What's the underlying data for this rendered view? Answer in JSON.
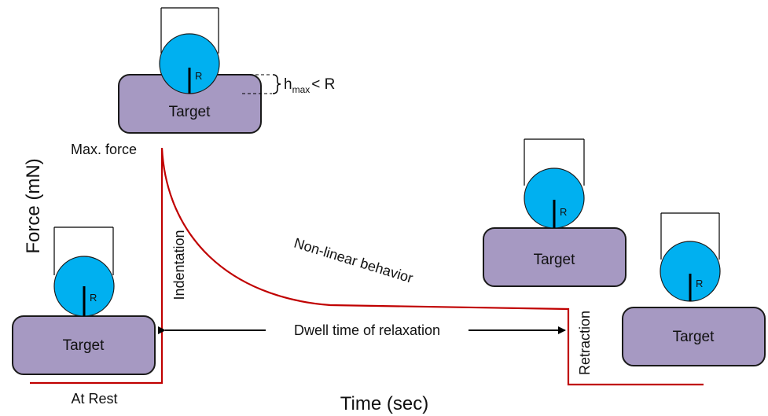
{
  "axes": {
    "y_label": "Force (mN)",
    "x_label": "Time (sec)"
  },
  "phases": {
    "at_rest": "At Rest",
    "max_force": "Max. force",
    "indentation": "Indentation",
    "nonlinear": "Non-linear behavior",
    "dwell": "Dwell time of relaxation",
    "retraction": "Retraction"
  },
  "depth_note": {
    "h": "h",
    "sub": "max",
    "rel": "< R"
  },
  "setups": [
    {
      "target_label": "Target",
      "radius_label": "R"
    },
    {
      "target_label": "Target",
      "radius_label": "R"
    },
    {
      "target_label": "Target",
      "radius_label": "R"
    },
    {
      "target_label": "Target",
      "radius_label": "R"
    }
  ],
  "colors": {
    "curve": "#c00000",
    "sphere": "#00b0f0",
    "target_fill": "#a699c2",
    "outline": "#1a1a1a"
  }
}
